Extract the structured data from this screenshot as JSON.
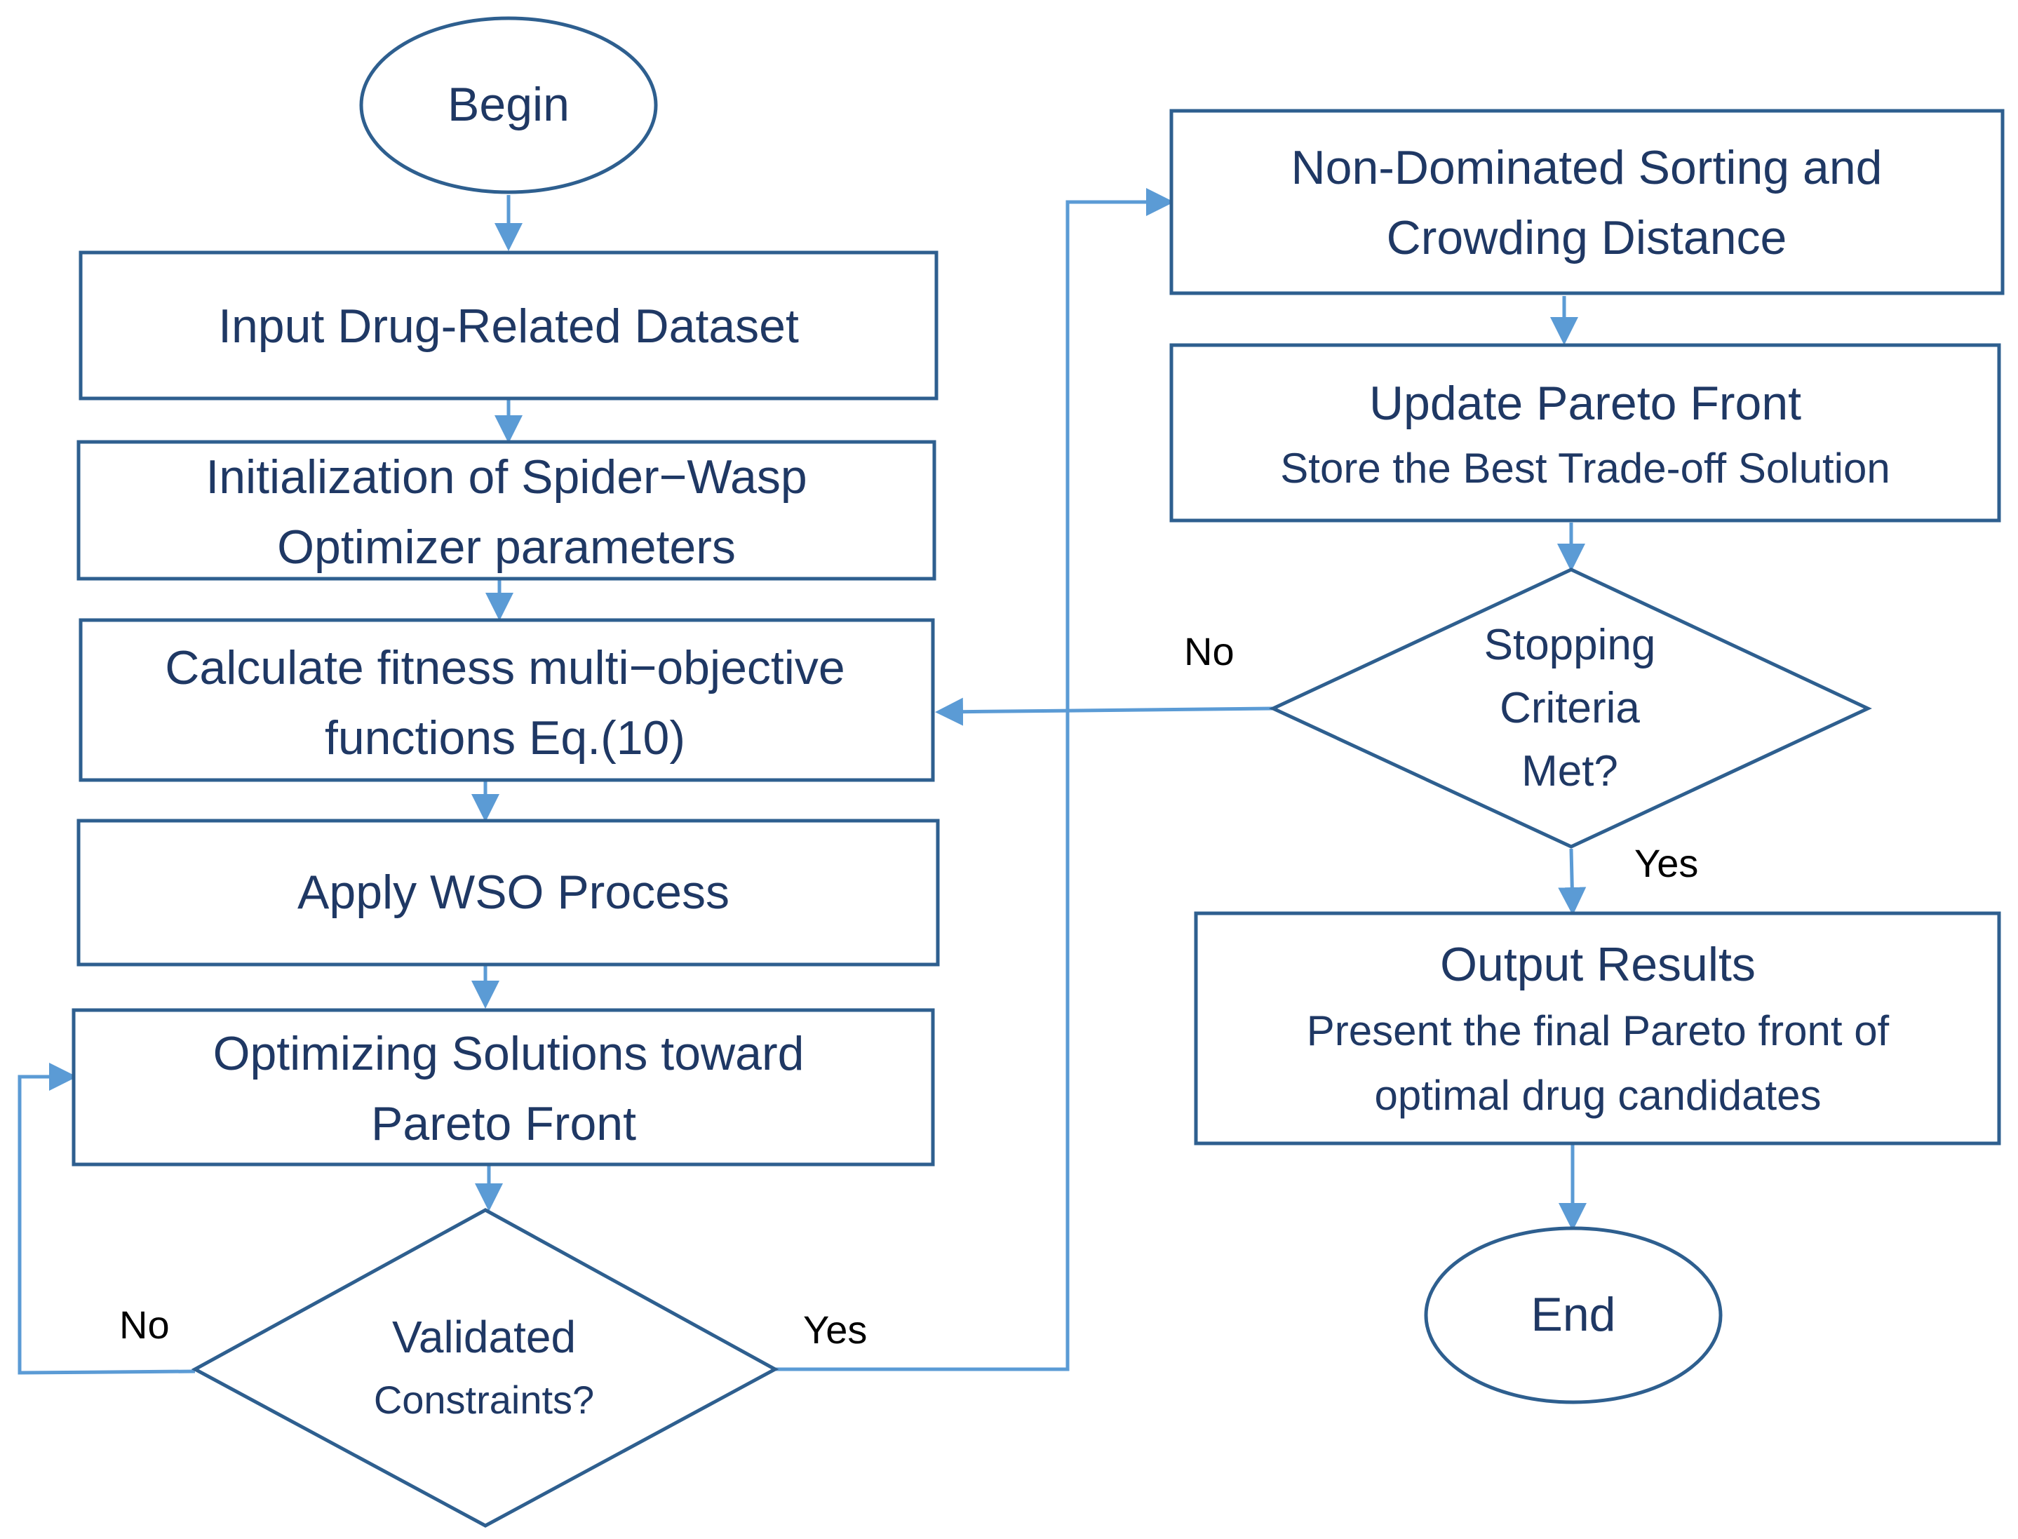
{
  "colors": {
    "shape_border": "#2e5f8f",
    "connector": "#5b9bd5",
    "node_text": "#1f3864",
    "edge_label_text": "#000000",
    "background": "#ffffff"
  },
  "nodes": {
    "begin": "Begin",
    "input_dataset": "Input Drug-Related Dataset",
    "init_line1": "Initialization of Spider−Wasp",
    "init_line2": "Optimizer parameters",
    "calc_line1": "Calculate fitness multi−objective",
    "calc_line2": "functions Eq.(10)",
    "apply_wso": "Apply WSO Process",
    "optimizing_line1": "Optimizing Solutions toward",
    "optimizing_line2": "Pareto Front",
    "validated_line1": "Validated",
    "validated_line2": "Constraints?",
    "nds_line1": "Non-Dominated Sorting and",
    "nds_line2": "Crowding Distance",
    "update_line1": "Update Pareto Front",
    "update_line2": "Store the Best Trade-off Solution",
    "stopping_line1": "Stopping",
    "stopping_line2": "Criteria",
    "stopping_line3": "Met?",
    "output_line1": "Output Results",
    "output_line2": "Present the final Pareto front of",
    "output_line3": "optimal drug candidates",
    "end": "End"
  },
  "edge_labels": {
    "validated_no": "No",
    "validated_yes": "Yes",
    "stopping_no": "No",
    "stopping_yes": "Yes"
  }
}
